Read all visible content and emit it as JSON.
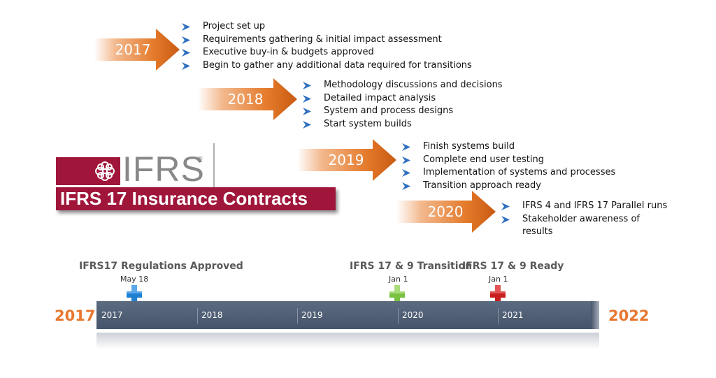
{
  "phases": [
    {
      "year": "2017",
      "items": [
        "Project set up",
        "Requirements gathering & initial impact assessment",
        "Executive buy-in & budgets approved",
        "Begin to gather any additional data required for transitions"
      ]
    },
    {
      "year": "2018",
      "items": [
        "Methodology discussions and decisions",
        "Detailed impact analysis",
        "System and process designs",
        "Start system builds"
      ]
    },
    {
      "year": "2019",
      "items": [
        "Finish systems build",
        "Complete end user testing",
        "Implementation of systems and processes",
        "Transition approach ready"
      ]
    },
    {
      "year": "2020",
      "items": [
        "IFRS 4 and IFRS 17 Parallel runs",
        "Stakeholder awareness of results"
      ]
    }
  ],
  "logo": {
    "text": "IFRS",
    "reg": "®",
    "banner": "IFRS 17 Insurance Contracts"
  },
  "timeline": {
    "start_label": "2017",
    "end_label": "2022",
    "years": [
      "2017",
      "2018",
      "2019",
      "2020",
      "2021"
    ],
    "events": [
      {
        "title": "IFRS17 Regulations Approved",
        "date": "May 18",
        "color": "#1f7fd1"
      },
      {
        "title": "IFRS 17 & 9 Transition",
        "date": "Jan 1",
        "color": "#7ac142"
      },
      {
        "title": "IFRS 17 & 9 Ready",
        "date": "Jan 1",
        "color": "#c81e1e"
      }
    ]
  },
  "colors": {
    "arrow": "#e0691a",
    "brand": "#a0163b",
    "accent_year": "#e8772e",
    "bullet": "#2e6fc0"
  }
}
